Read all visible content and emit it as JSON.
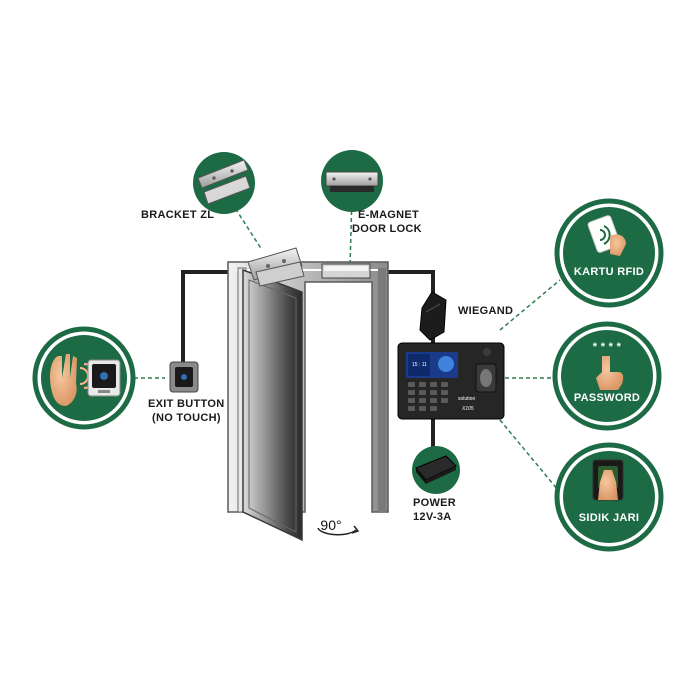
{
  "labels": {
    "bracket": "BRACKET ZL",
    "emagnet_1": "E-MAGNET",
    "emagnet_2": "DOOR LOCK",
    "wiegand": "WIEGAND",
    "exit_1": "EXIT BUTTON",
    "exit_2": "(NO TOUCH)",
    "power_1": "POWER",
    "power_2": "12V-3A",
    "angle": "90°",
    "kartu_rfid": "KARTU RFID",
    "password": "PASSWORD",
    "password_stars": "* * * *",
    "sidik_jari": "SIDIK JARI"
  },
  "device": {
    "screen_text": "15 : 11",
    "brand": "solution",
    "model": "X105"
  },
  "colors": {
    "green": "#1d6b45",
    "dash_green": "#2e7d4f",
    "cable": "#222222"
  },
  "icons": [
    "bracket-zl-icon",
    "e-magnet-lock-icon",
    "exit-button-icon",
    "hand-wave-icon",
    "rfid-card-icon",
    "password-hand-icon",
    "fingerprint-icon",
    "power-adapter-icon",
    "fingerprint-terminal-icon"
  ]
}
